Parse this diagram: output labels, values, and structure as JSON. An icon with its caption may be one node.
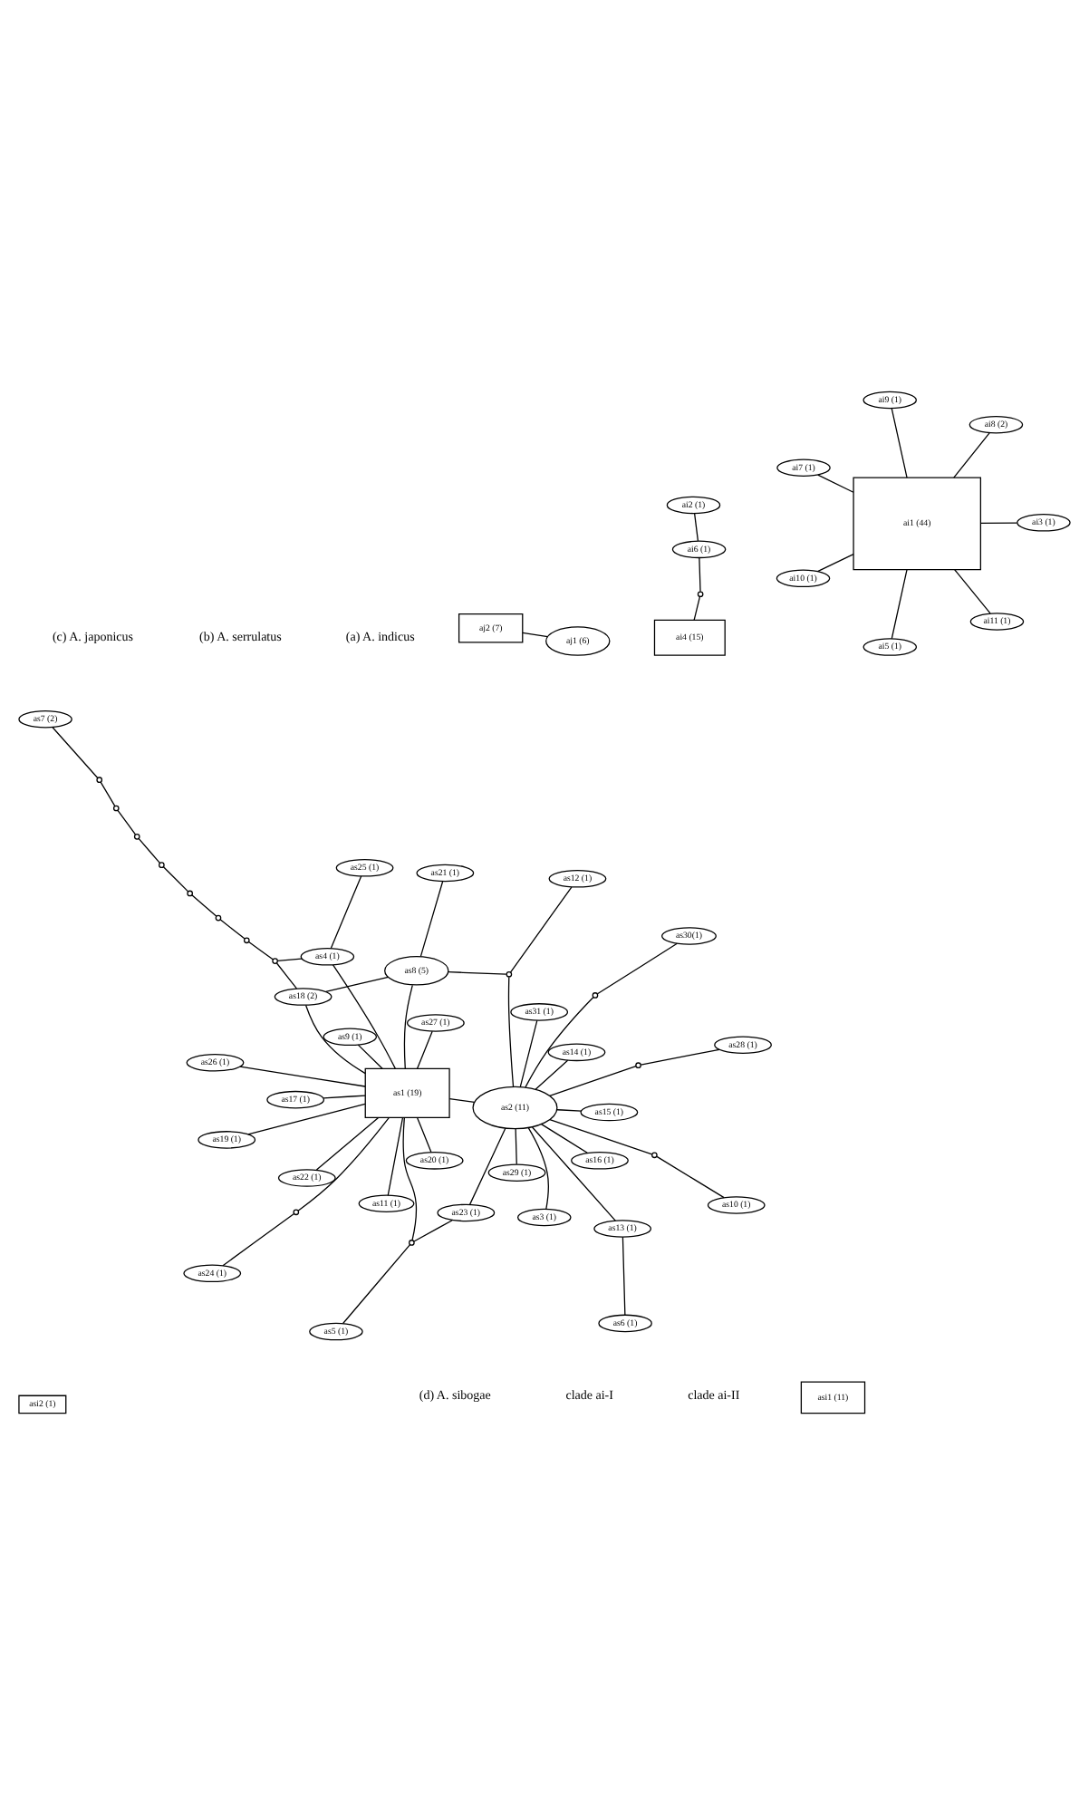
{
  "diagram": {
    "nodes": [
      {
        "text": [
          "ai1 (44)"
        ]
      },
      {
        "text": [
          "ai3 (1)"
        ]
      },
      {
        "text": [
          "ai5 (1)"
        ]
      },
      {
        "text": [
          "ai7 (1)"
        ]
      },
      {
        "text": [
          "ai8 (2)"
        ]
      },
      {
        "text": [
          "ai9 (1)"
        ]
      },
      {
        "text": [
          "ai10 (1)"
        ]
      },
      {
        "text": [
          "ai11 (1)"
        ]
      },
      {
        "text": [
          "ai4 (15)"
        ]
      },
      {
        "text": [],
        "shape": "circle"
      },
      {
        "text": [
          "ai6 (1)"
        ]
      },
      {
        "text": [
          "ai2 (1)"
        ]
      },
      {
        "text": [
          "as1 (19)"
        ]
      },
      {
        "text": [
          "as2 (11)"
        ]
      },
      {
        "text": [
          "as8 (5)"
        ]
      },
      {
        "text": [
          "as9 (1)"
        ]
      },
      {
        "text": [
          "as11 (1)"
        ]
      },
      {
        "text": [
          "as17 (1)"
        ]
      },
      {
        "text": [
          "as19 (1)"
        ]
      },
      {
        "text": [
          "as20 (1)"
        ]
      },
      {
        "text": [
          "as22 (1)"
        ]
      },
      {
        "text": [
          "as24 (1)"
        ]
      },
      {
        "text": [],
        "shape": "circle"
      },
      {
        "text": [
          "as26 (1)"
        ]
      },
      {
        "text": [
          "as27 (1)"
        ]
      },
      {
        "text": [
          "as4 (1)"
        ]
      },
      {
        "text": [
          "as25 (1)"
        ]
      },
      {
        "text": [
          "as18 (2)"
        ]
      },
      {
        "text": [],
        "shape": "circle"
      },
      {
        "text": [],
        "shape": "circle"
      },
      {
        "text": [],
        "shape": "circle"
      },
      {
        "text": [],
        "shape": "circle"
      },
      {
        "text": [],
        "shape": "circle"
      },
      {
        "text": [],
        "shape": "circle"
      },
      {
        "text": [],
        "shape": "circle"
      },
      {
        "text": [],
        "shape": "circle"
      },
      {
        "text": [
          "as7 (2)"
        ]
      },
      {
        "text": [
          "as5 (1)"
        ]
      },
      {
        "text": [
          "as23 (1)"
        ]
      },
      {
        "text": [],
        "shape": "circle"
      },
      {
        "text": [
          "as3 (1)"
        ]
      },
      {
        "text": [
          "as10 (1)"
        ]
      },
      {
        "text": [],
        "shape": "circle"
      },
      {
        "text": [
          "as6 (1)"
        ]
      },
      {
        "text": [
          "as13 (1)"
        ]
      },
      {
        "text": [
          "as14 (1)"
        ]
      },
      {
        "text": [
          "as15 (1)"
        ]
      },
      {
        "text": [
          "as16 (1)"
        ]
      },
      {
        "text": [
          "as28 (1)"
        ]
      },
      {
        "text": [],
        "shape": "circle"
      },
      {
        "text": [
          "as29 (1)"
        ]
      },
      {
        "text": [
          "as30(1)"
        ]
      },
      {
        "text": [],
        "shape": "circle"
      },
      {
        "text": [
          "as31 (1)"
        ]
      },
      {
        "text": [],
        "shape": "circle"
      },
      {
        "text": [
          "as12 (1)"
        ]
      },
      {
        "text": [
          "as21 (1)"
        ]
      },
      {
        "text": [
          "aj2 (7)"
        ]
      },
      {
        "text": [
          "aj1 (6)"
        ]
      },
      {
        "text": [
          "asi1 (11)"
        ]
      },
      {
        "text": [
          "asi2 (1)"
        ]
      }
    ],
    "edges": [
      {
        "from": 0,
        "to": 1,
        "arrow": "none"
      },
      {
        "from": 0,
        "to": 2,
        "arrow": "none"
      },
      {
        "from": 0,
        "to": 3,
        "arrow": "none"
      },
      {
        "from": 0,
        "to": 4,
        "arrow": "none"
      },
      {
        "from": 0,
        "to": 5,
        "arrow": "none"
      },
      {
        "from": 0,
        "to": 6,
        "arrow": "none"
      },
      {
        "from": 0,
        "to": 7,
        "arrow": "none"
      },
      {
        "from": 8,
        "to": 9,
        "arrow": "none"
      },
      {
        "from": 9,
        "to": 10,
        "arrow": "none"
      },
      {
        "from": 10,
        "to": 11,
        "arrow": "none"
      },
      {
        "from": 12,
        "to": 15,
        "arrow": "none"
      },
      {
        "from": 12,
        "to": 16,
        "arrow": "none"
      },
      {
        "from": 12,
        "to": 17,
        "arrow": "none"
      },
      {
        "from": 12,
        "to": 18,
        "arrow": "none"
      },
      {
        "from": 12,
        "to": 19,
        "arrow": "none"
      },
      {
        "from": 12,
        "to": 20,
        "arrow": "none"
      },
      {
        "from": 12,
        "to": 22,
        "arrow": "none"
      },
      {
        "from": 22,
        "to": 21,
        "arrow": "none"
      },
      {
        "from": 12,
        "to": 23,
        "arrow": "none"
      },
      {
        "from": 12,
        "to": 24,
        "arrow": "none"
      },
      {
        "from": 12,
        "to": 25,
        "arrow": "none"
      },
      {
        "from": 25,
        "to": 26,
        "arrow": "none"
      },
      {
        "from": 12,
        "to": 27,
        "arrow": "none"
      },
      {
        "from": 25,
        "to": 28,
        "arrow": "none"
      },
      {
        "from": 27,
        "to": 28,
        "arrow": "none"
      },
      {
        "from": 28,
        "to": 29,
        "arrow": "none"
      },
      {
        "from": 29,
        "to": 30,
        "arrow": "none"
      },
      {
        "from": 30,
        "to": 31,
        "arrow": "none"
      },
      {
        "from": 31,
        "to": 32,
        "arrow": "none"
      },
      {
        "from": 32,
        "to": 33,
        "arrow": "none"
      },
      {
        "from": 33,
        "to": 34,
        "arrow": "none"
      },
      {
        "from": 34,
        "to": 35,
        "arrow": "none"
      },
      {
        "from": 35,
        "to": 36,
        "arrow": "none"
      },
      {
        "from": 12,
        "to": 39,
        "arrow": "none"
      },
      {
        "from": 39,
        "to": 37,
        "arrow": "none"
      },
      {
        "from": 39,
        "to": 38,
        "arrow": "none"
      },
      {
        "from": 38,
        "to": 13,
        "arrow": "none"
      },
      {
        "from": 12,
        "to": 13,
        "arrow": "none"
      },
      {
        "from": 12,
        "to": 14,
        "arrow": "none"
      },
      {
        "from": 14,
        "to": 27,
        "arrow": "none"
      },
      {
        "from": 13,
        "to": 40,
        "arrow": "none"
      },
      {
        "from": 13,
        "to": 42,
        "arrow": "none"
      },
      {
        "from": 42,
        "to": 41,
        "arrow": "none"
      },
      {
        "from": 13,
        "to": 44,
        "arrow": "none"
      },
      {
        "from": 44,
        "to": 43,
        "arrow": "none"
      },
      {
        "from": 13,
        "to": 45,
        "arrow": "none"
      },
      {
        "from": 13,
        "to": 46,
        "arrow": "none"
      },
      {
        "from": 13,
        "to": 47,
        "arrow": "none"
      },
      {
        "from": 13,
        "to": 49,
        "arrow": "none"
      },
      {
        "from": 49,
        "to": 48,
        "arrow": "none"
      },
      {
        "from": 13,
        "to": 50,
        "arrow": "none"
      },
      {
        "from": 13,
        "to": 52,
        "arrow": "none"
      },
      {
        "from": 52,
        "to": 51,
        "arrow": "none"
      },
      {
        "from": 13,
        "to": 53,
        "arrow": "none"
      },
      {
        "from": 13,
        "to": 54,
        "arrow": "none"
      },
      {
        "from": 14,
        "to": 54,
        "arrow": "none"
      },
      {
        "from": 54,
        "to": 55,
        "arrow": "none"
      },
      {
        "from": 14,
        "to": 56,
        "arrow": "none"
      },
      {
        "from": 57,
        "to": 58,
        "arrow": "none"
      }
    ],
    "labels": [
      "clade ai-I",
      "clade ai-II",
      "(a) A. indicus",
      "(b) A. serrulatus",
      "(c) A. japonicus",
      "(d) A. sibogae"
    ]
  }
}
